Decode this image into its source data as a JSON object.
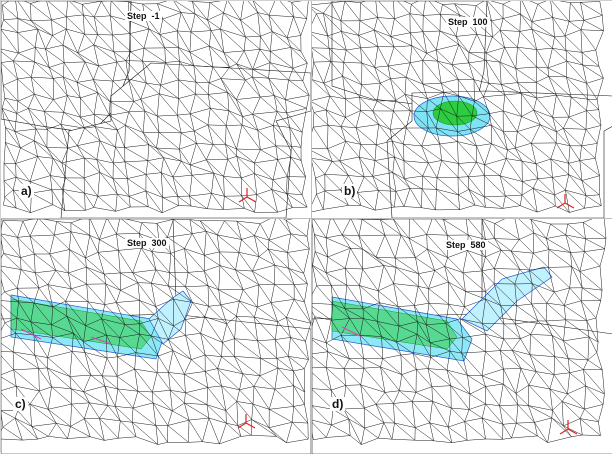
{
  "panels": [
    {
      "step": "Step  -1",
      "letter": "a)"
    },
    {
      "step": "Step  100",
      "letter": "b)"
    },
    {
      "step": "Step  300",
      "letter": "c)"
    },
    {
      "step": "Step  580",
      "letter": "d)"
    }
  ],
  "colors": {
    "mesh": "#1a1a1a",
    "weld_green": "#2ecc40",
    "weld_cyan": "#4ac8f0",
    "weld_blue": "#1f5fd6",
    "weld_magenta": "#e040c0",
    "axis_red": "#e02020"
  }
}
